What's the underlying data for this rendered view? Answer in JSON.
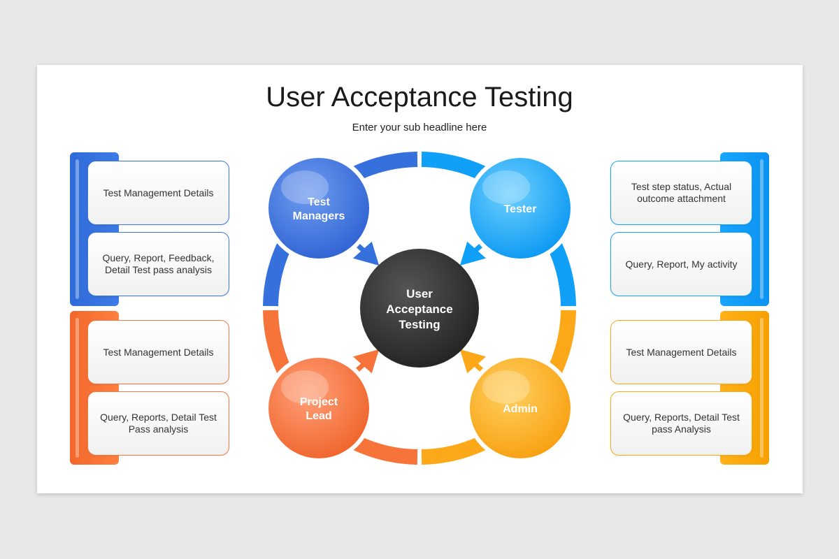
{
  "title": "User Acceptance Testing",
  "subtitle": "Enter your sub headline here",
  "center": {
    "line1": "User",
    "line2": "Acceptance",
    "line3": "Testing"
  },
  "roles": {
    "test_managers": {
      "line1": "Test",
      "line2": "Managers"
    },
    "tester": {
      "line1": "Tester"
    },
    "project_lead": {
      "line1": "Project",
      "line2": "Lead"
    },
    "admin": {
      "line1": "Admin"
    }
  },
  "left_cards": [
    "Test Management Details",
    "Query, Report, Feedback,\nDetail Test pass analysis",
    "Test Management Details",
    "Query, Reports, Detail Test\nPass analysis"
  ],
  "right_cards": [
    "Test step status, Actual\noutcome attachment",
    "Query, Report, My activity",
    "Test Management Details",
    "Query, Reports, Detail Test\npass Analysis"
  ],
  "colors": {
    "blue": "#3570dd",
    "sky": "#10a0f8",
    "orange": "#f6743a",
    "amber": "#fca818",
    "center": "#333333"
  }
}
